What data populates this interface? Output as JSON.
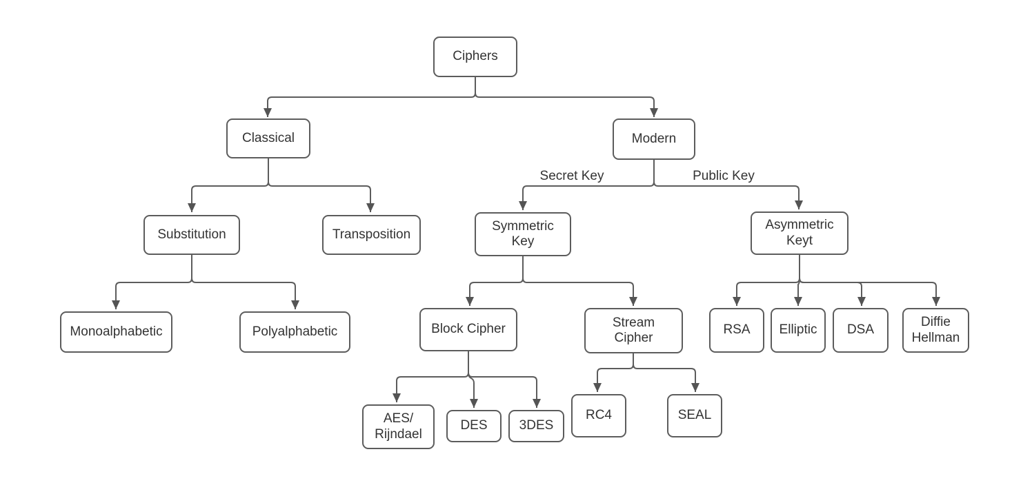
{
  "diagram": {
    "nodes": {
      "ciphers": {
        "label": "Ciphers"
      },
      "classical": {
        "label": "Classical"
      },
      "modern": {
        "label": "Modern"
      },
      "substitution": {
        "label": "Substitution"
      },
      "transposition": {
        "label": "Transposition"
      },
      "symmetric_key": {
        "label": "Symmetric\nKey"
      },
      "asymmetric_key": {
        "label": "Asymmetric\nKeyt"
      },
      "monoalphabetic": {
        "label": "Monoalphabetic"
      },
      "polyalphabetic": {
        "label": "Polyalphabetic"
      },
      "block_cipher": {
        "label": "Block Cipher"
      },
      "stream_cipher": {
        "label": "Stream\nCipher"
      },
      "rsa": {
        "label": "RSA"
      },
      "elliptic": {
        "label": "Elliptic"
      },
      "dsa": {
        "label": "DSA"
      },
      "diffie_hellman": {
        "label": "Diffie\nHellman"
      },
      "aes_rijndael": {
        "label": "AES/\nRijndael"
      },
      "des": {
        "label": "DES"
      },
      "3des": {
        "label": "3DES"
      },
      "rc4": {
        "label": "RC4"
      },
      "seal": {
        "label": "SEAL"
      }
    },
    "edge_labels": {
      "secret_key": "Secret Key",
      "public_key": "Public Key"
    },
    "colors": {
      "node_border": "#5c5c5c",
      "connector": "#5c5c5c",
      "arrowhead": "#545454",
      "text": "#333333",
      "background": "#ffffff"
    }
  }
}
